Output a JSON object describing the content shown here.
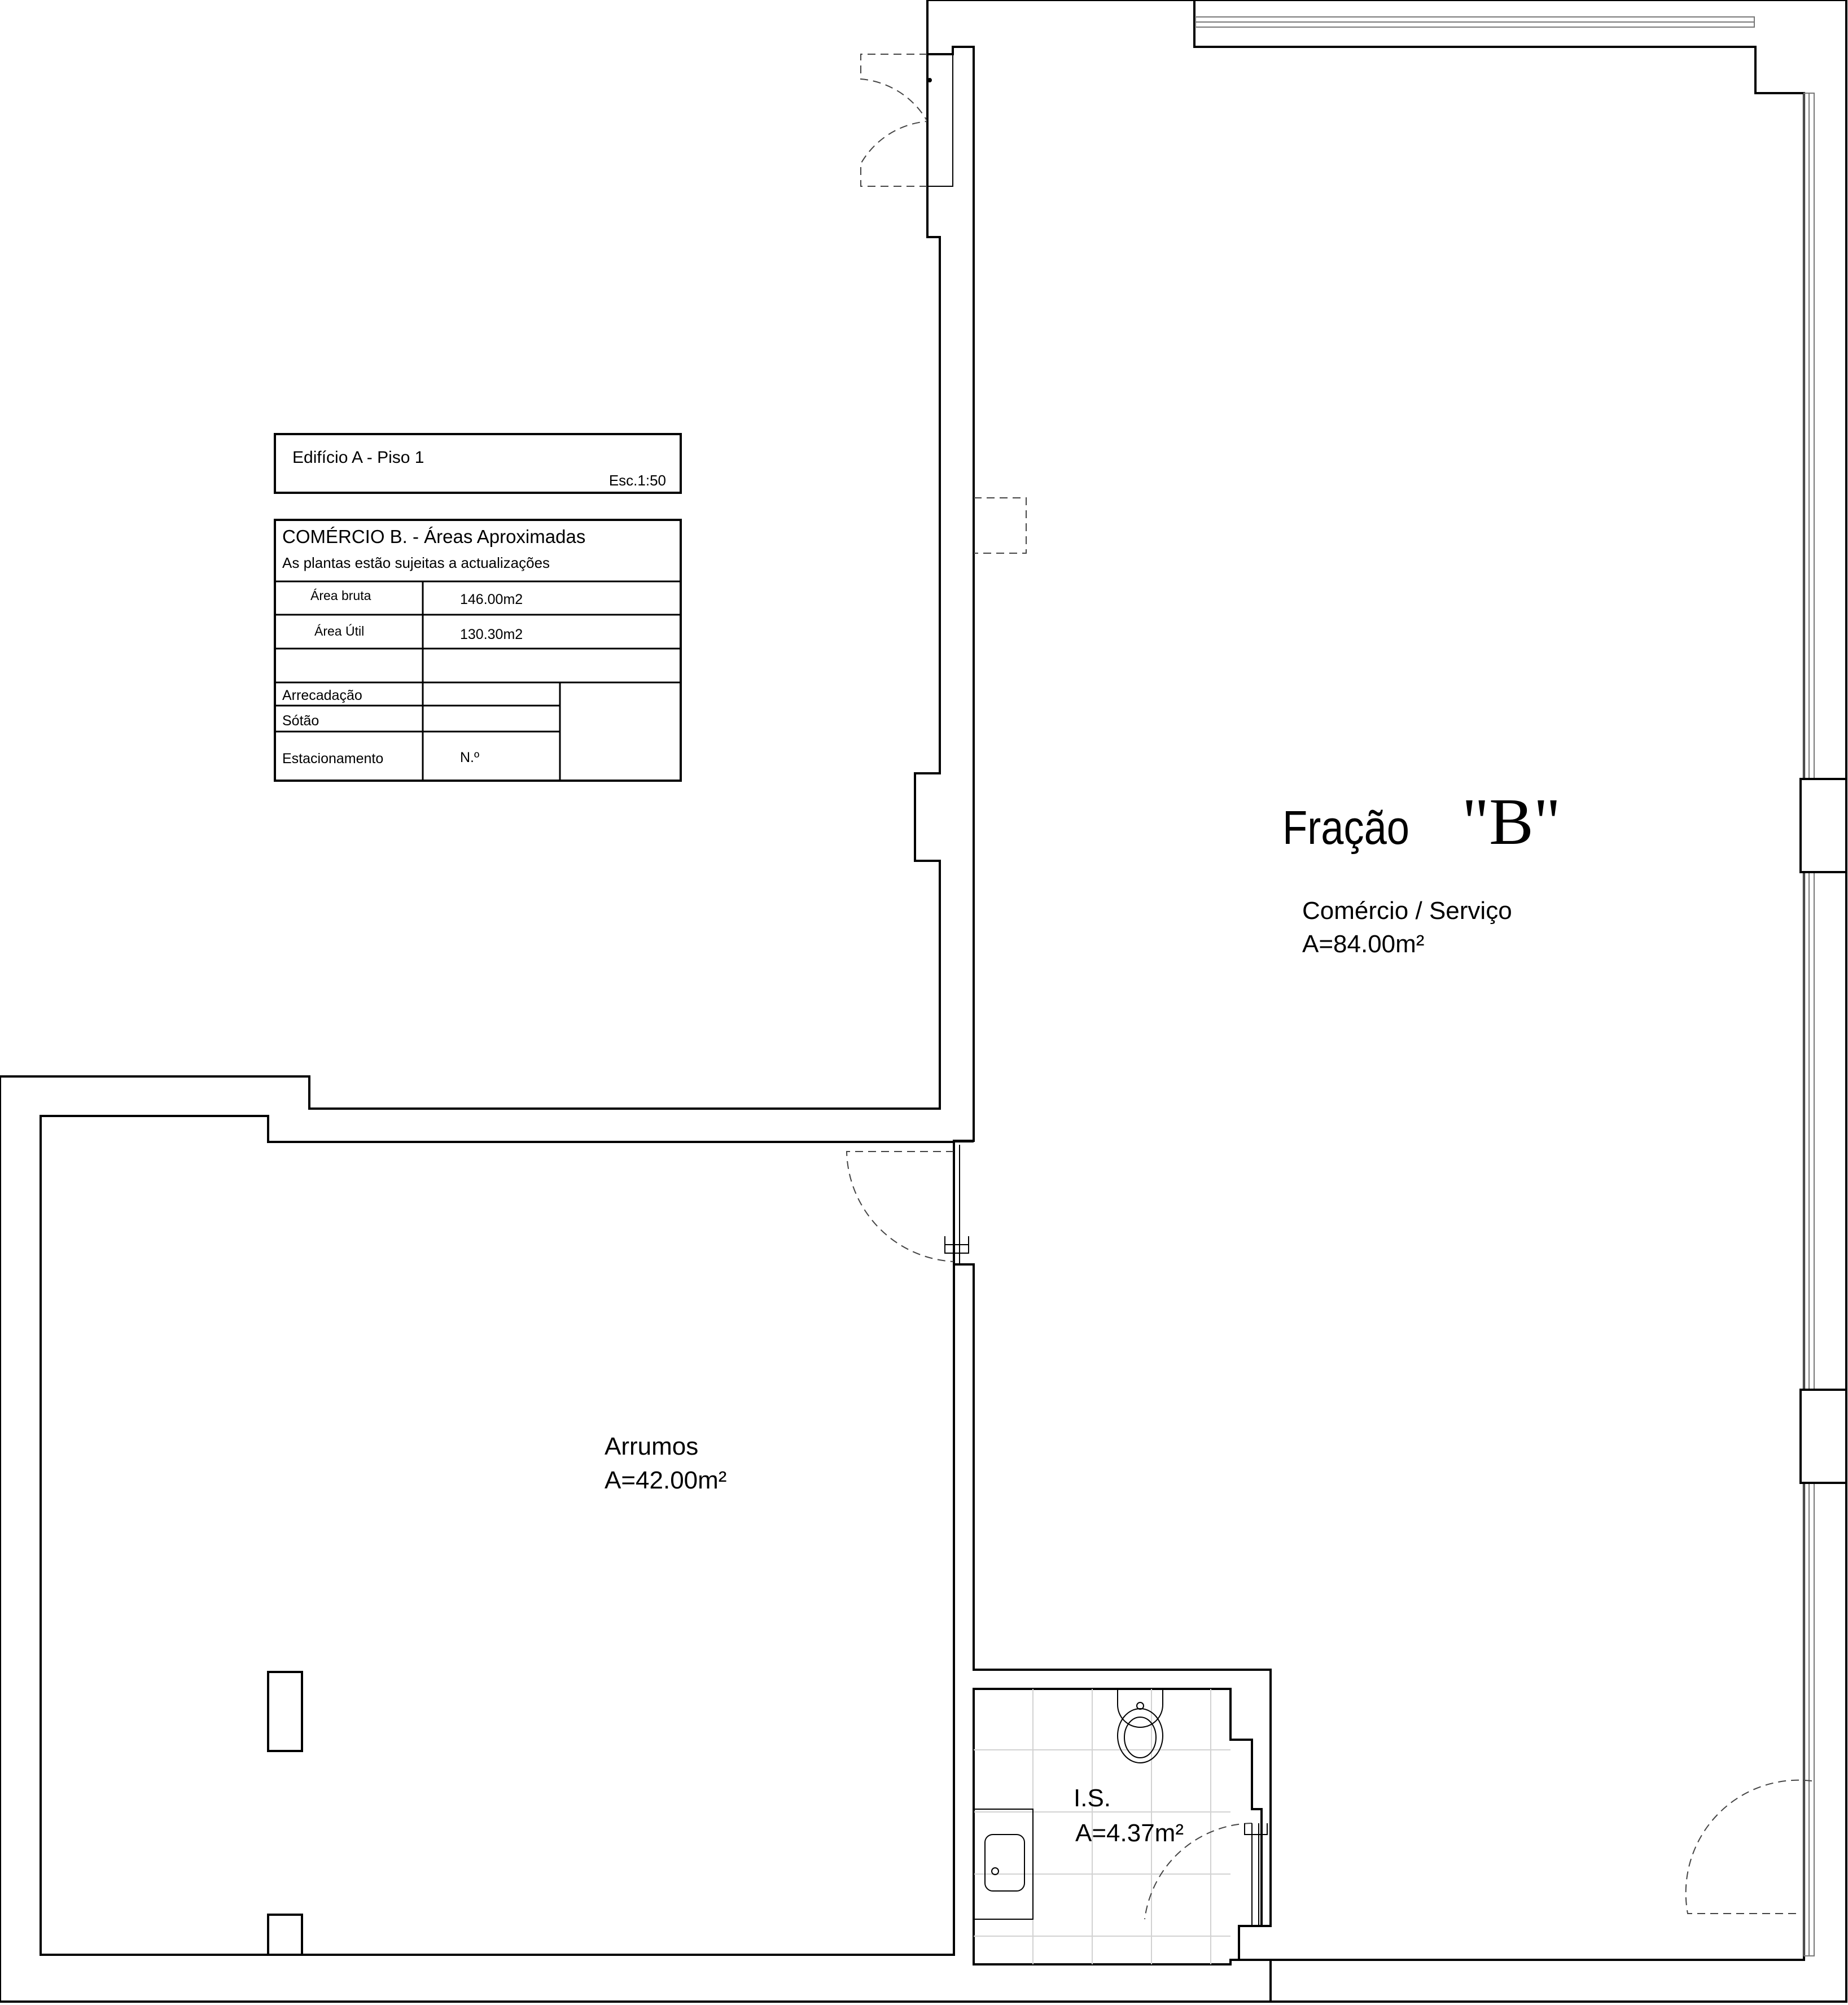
{
  "title_block": {
    "building": "Edifício A - Piso 1",
    "scale": "Esc.1:50"
  },
  "area_table": {
    "heading": "COMÉRCIO B. - Áreas Aproximadas",
    "note": "As plantas estão sujeitas a  actualizações",
    "rows": [
      {
        "label": "Área bruta",
        "value": "146.00m2"
      },
      {
        "label": "Área Útil",
        "value": "130.30m2"
      },
      {
        "label": "",
        "value": ""
      }
    ],
    "extras": [
      {
        "label": "Arrecadação",
        "value": ""
      },
      {
        "label": "Sótão",
        "value": ""
      },
      {
        "label": "Estacionamento",
        "value": "N.º"
      }
    ]
  },
  "rooms": {
    "main": {
      "name": "Fração",
      "letter": "\"B\"",
      "use": "Comércio / Serviço",
      "area": "A=84.00m²"
    },
    "storage": {
      "name": "Arrumos",
      "area": "A=42.00m²"
    },
    "wc": {
      "name": "I.S.",
      "area": "A=4.37m²"
    }
  },
  "colors": {
    "lines": "#000000",
    "letter_accent": "#e00000",
    "tiles": "#d2d2d2"
  }
}
